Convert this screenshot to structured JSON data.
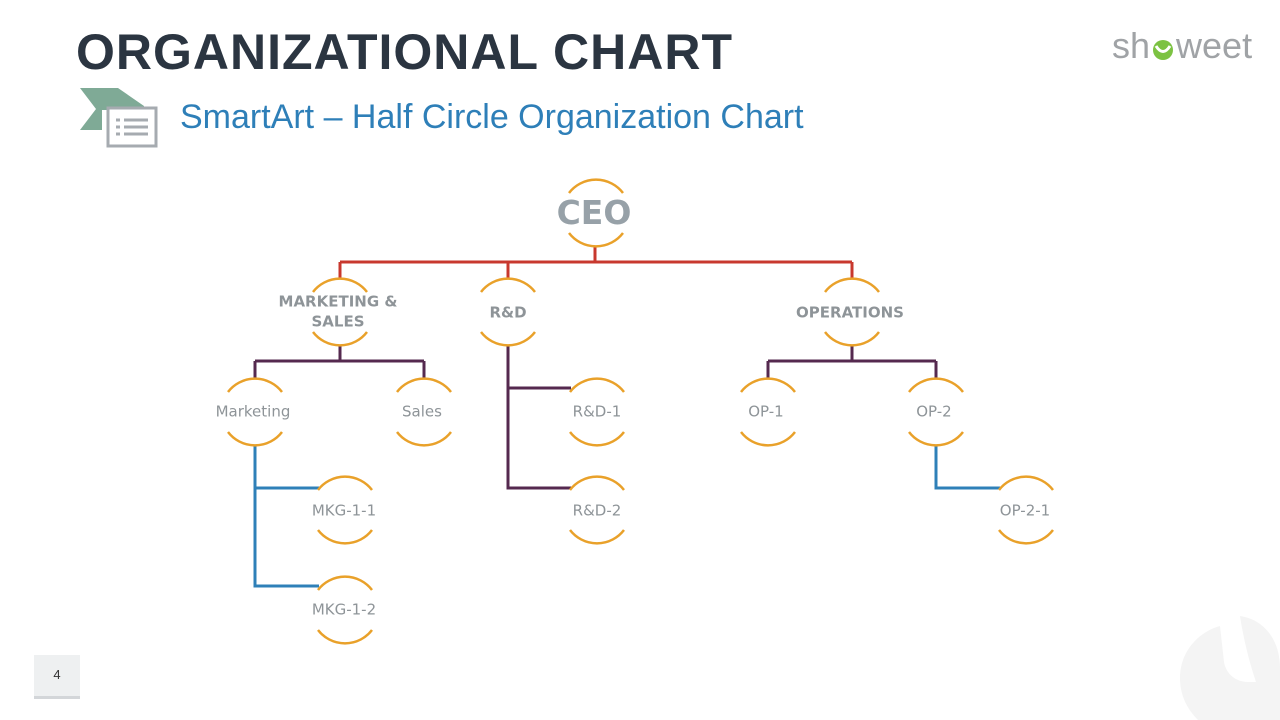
{
  "slide": {
    "title": "ORGANIZATIONAL CHART",
    "subtitle": "SmartArt – Half Circle Organization Chart",
    "brand": "showeet",
    "page_number": "4"
  },
  "colors": {
    "arc": "#e9a12a",
    "connector_level1": "#c8382e",
    "connector_level2": "#55294f",
    "connector_level3": "#2f80b8",
    "title": "#2b3541",
    "subtitle": "#2e7fb8",
    "node_text": "#8e9498",
    "ceo_text": "#97a1a8"
  },
  "org": {
    "ceo": "CEO",
    "departments": [
      "MARKETING & SALES",
      "R&D",
      "OPERATIONS"
    ],
    "marketing_sales": [
      "Marketing",
      "Sales"
    ],
    "marketing": [
      "MKG-1-1",
      "MKG-1-2"
    ],
    "rnd": [
      "R&D-1",
      "R&D-2"
    ],
    "operations": [
      "OP-1",
      "OP-2"
    ],
    "op2": [
      "OP-2-1"
    ]
  }
}
